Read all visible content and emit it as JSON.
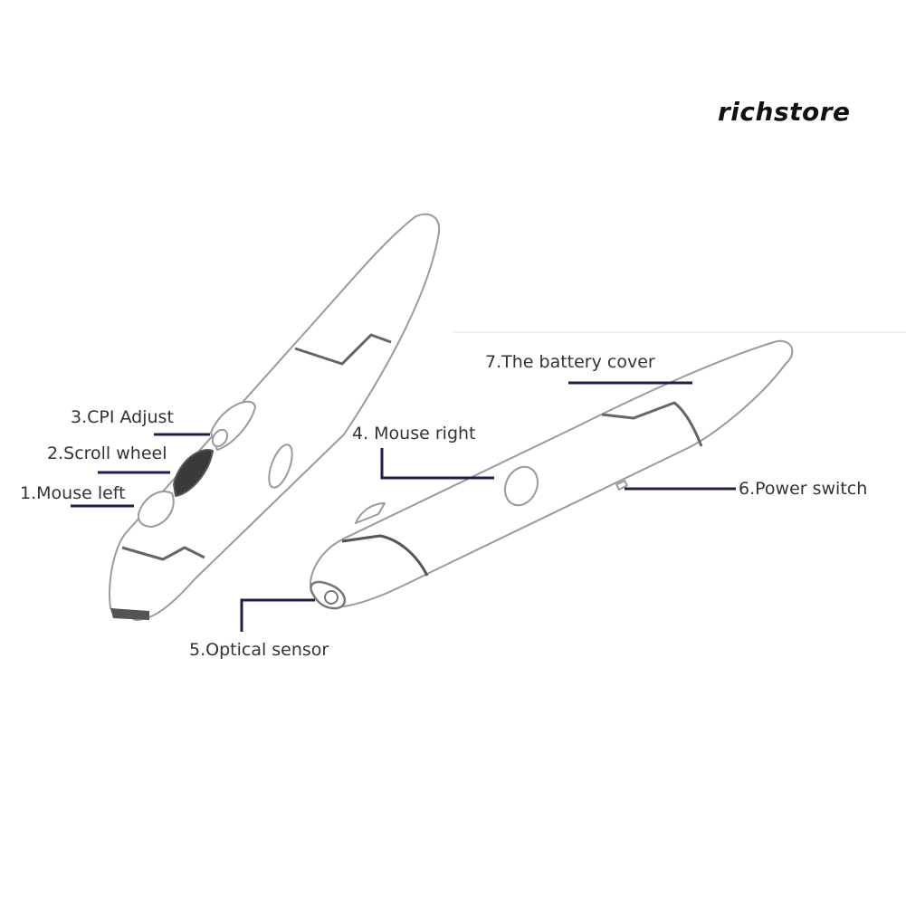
{
  "brand": {
    "name": "richstore"
  },
  "labels": {
    "cpi_adjust": "3.CPI Adjust",
    "scroll_wheel": "2.Scroll wheel",
    "mouse_left": "1.Mouse left",
    "mouse_right": "4. Mouse right",
    "battery_cover": "7.The battery cover",
    "power_switch": "6.Power switch",
    "optical_sensor": "5.Optical sensor"
  },
  "colors": {
    "leader_line": "#1c1f4a",
    "outline": "#9a9a9a",
    "seam": "#666666"
  }
}
